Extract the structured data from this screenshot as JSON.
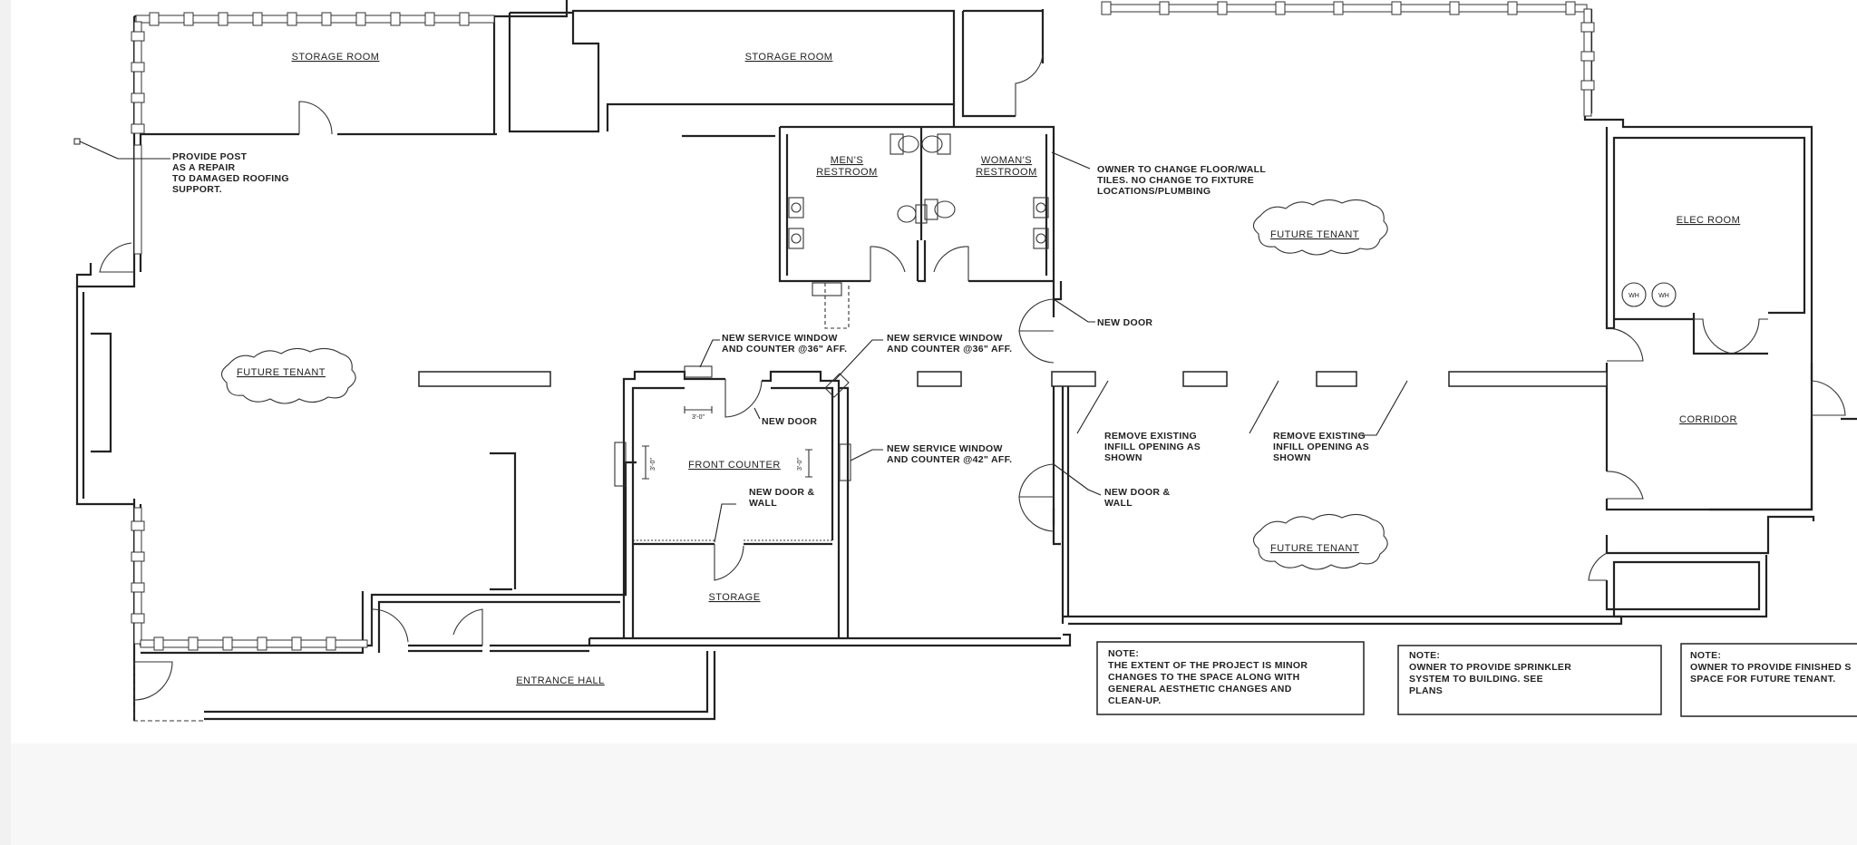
{
  "rooms": {
    "storage_room_left": "STORAGE ROOM",
    "storage_room_center": "STORAGE ROOM",
    "mens_restroom": [
      "MEN'S",
      "RESTROOM"
    ],
    "womens_restroom": [
      "WOMAN'S",
      "RESTROOM"
    ],
    "future_tenant_left": "FUTURE TENANT",
    "future_tenant_upper_right": "FUTURE TENANT",
    "future_tenant_lower_right": "FUTURE TENANT",
    "front_counter": "FRONT COUNTER",
    "storage": "STORAGE",
    "entrance_hall": "ENTRANCE HALL",
    "elec_room": "ELEC ROOM",
    "corridor": "CORRIDOR",
    "wh1": "WH",
    "wh2": "WH"
  },
  "annotations": {
    "provide_post": [
      "PROVIDE POST",
      "AS A REPAIR",
      "TO DAMAGED ROOFING",
      "SUPPORT."
    ],
    "owner_floor": [
      "OWNER TO CHANGE FLOOR/WALL",
      "TILES. NO CHANGE TO FIXTURE",
      "LOCATIONS/PLUMBING"
    ],
    "new_door_top": "NEW DOOR",
    "service_window_1": [
      "NEW SERVICE WINDOW",
      "AND COUNTER @36\" AFF."
    ],
    "service_window_2": [
      "NEW SERVICE WINDOW",
      "AND COUNTER @36\" AFF."
    ],
    "service_window_3": [
      "NEW SERVICE WINDOW",
      "AND COUNTER @42\" AFF."
    ],
    "new_door_mid": "NEW DOOR",
    "new_door_wall_left": [
      "NEW DOOR &",
      "WALL"
    ],
    "new_door_wall_right": [
      "NEW DOOR &",
      "WALL"
    ],
    "remove_infill_1": [
      "REMOVE EXISTING",
      "INFILL OPENING AS",
      "SHOWN"
    ],
    "remove_infill_2": [
      "REMOVE EXISTING",
      "INFILL OPENING AS",
      "SHOWN"
    ]
  },
  "dimensions": {
    "d1": "3'-0\"",
    "d2": "3'-0\"",
    "d3": "3'-0\""
  },
  "notes": [
    {
      "title": "NOTE:",
      "lines": [
        "THE EXTENT OF THE PROJECT IS MINOR",
        "CHANGES TO THE SPACE ALONG WITH",
        "GENERAL AESTHETIC CHANGES AND",
        "CLEAN-UP."
      ]
    },
    {
      "title": "NOTE:",
      "lines": [
        "OWNER TO PROVIDE SPRINKLER",
        "SYSTEM TO BUILDING. SEE",
        "PLANS"
      ]
    },
    {
      "title": "NOTE:",
      "lines": [
        "OWNER TO PROVIDE FINISHED S",
        "SPACE FOR FUTURE TENANT."
      ]
    }
  ]
}
